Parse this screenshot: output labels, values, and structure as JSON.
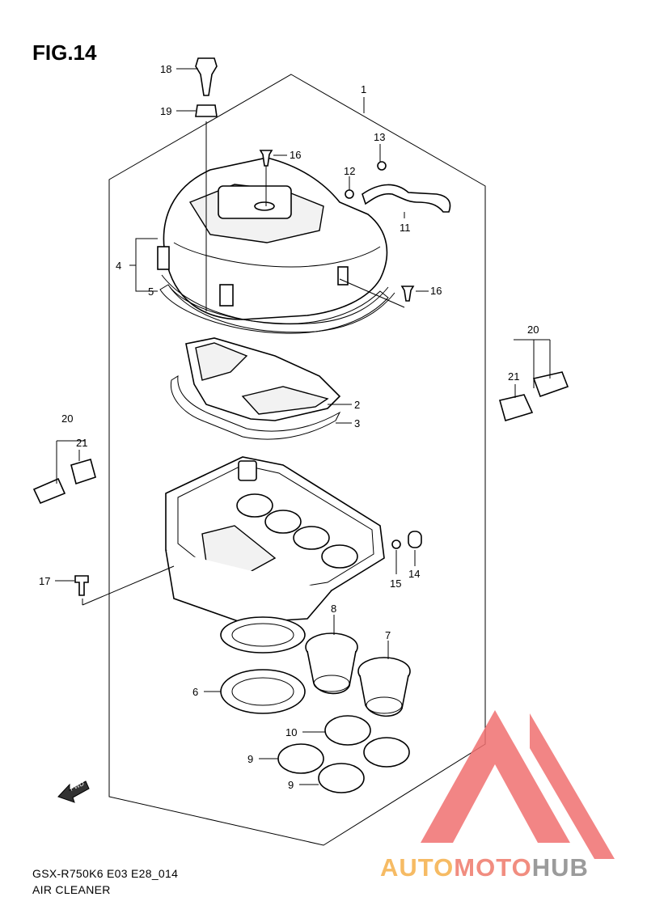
{
  "figure": {
    "title": "FIG.14",
    "model_code": "GSX-R750K6 E03 E28_014",
    "assembly_name": "AIR CLEANER"
  },
  "callouts": [
    "1",
    "2",
    "3",
    "4",
    "5",
    "6",
    "7",
    "8",
    "9",
    "9",
    "10",
    "11",
    "12",
    "13",
    "14",
    "15",
    "16",
    "16",
    "17",
    "18",
    "19",
    "20",
    "20",
    "21",
    "21"
  ],
  "fwd_label": "FWD",
  "watermark": {
    "brand_parts": [
      "AUTO",
      "MOTO",
      "HUB"
    ],
    "colors": {
      "auto": "#f5b04a",
      "moto": "#ef7a6a",
      "hub": "#8a8a8a",
      "triangle": "#f07070"
    }
  }
}
